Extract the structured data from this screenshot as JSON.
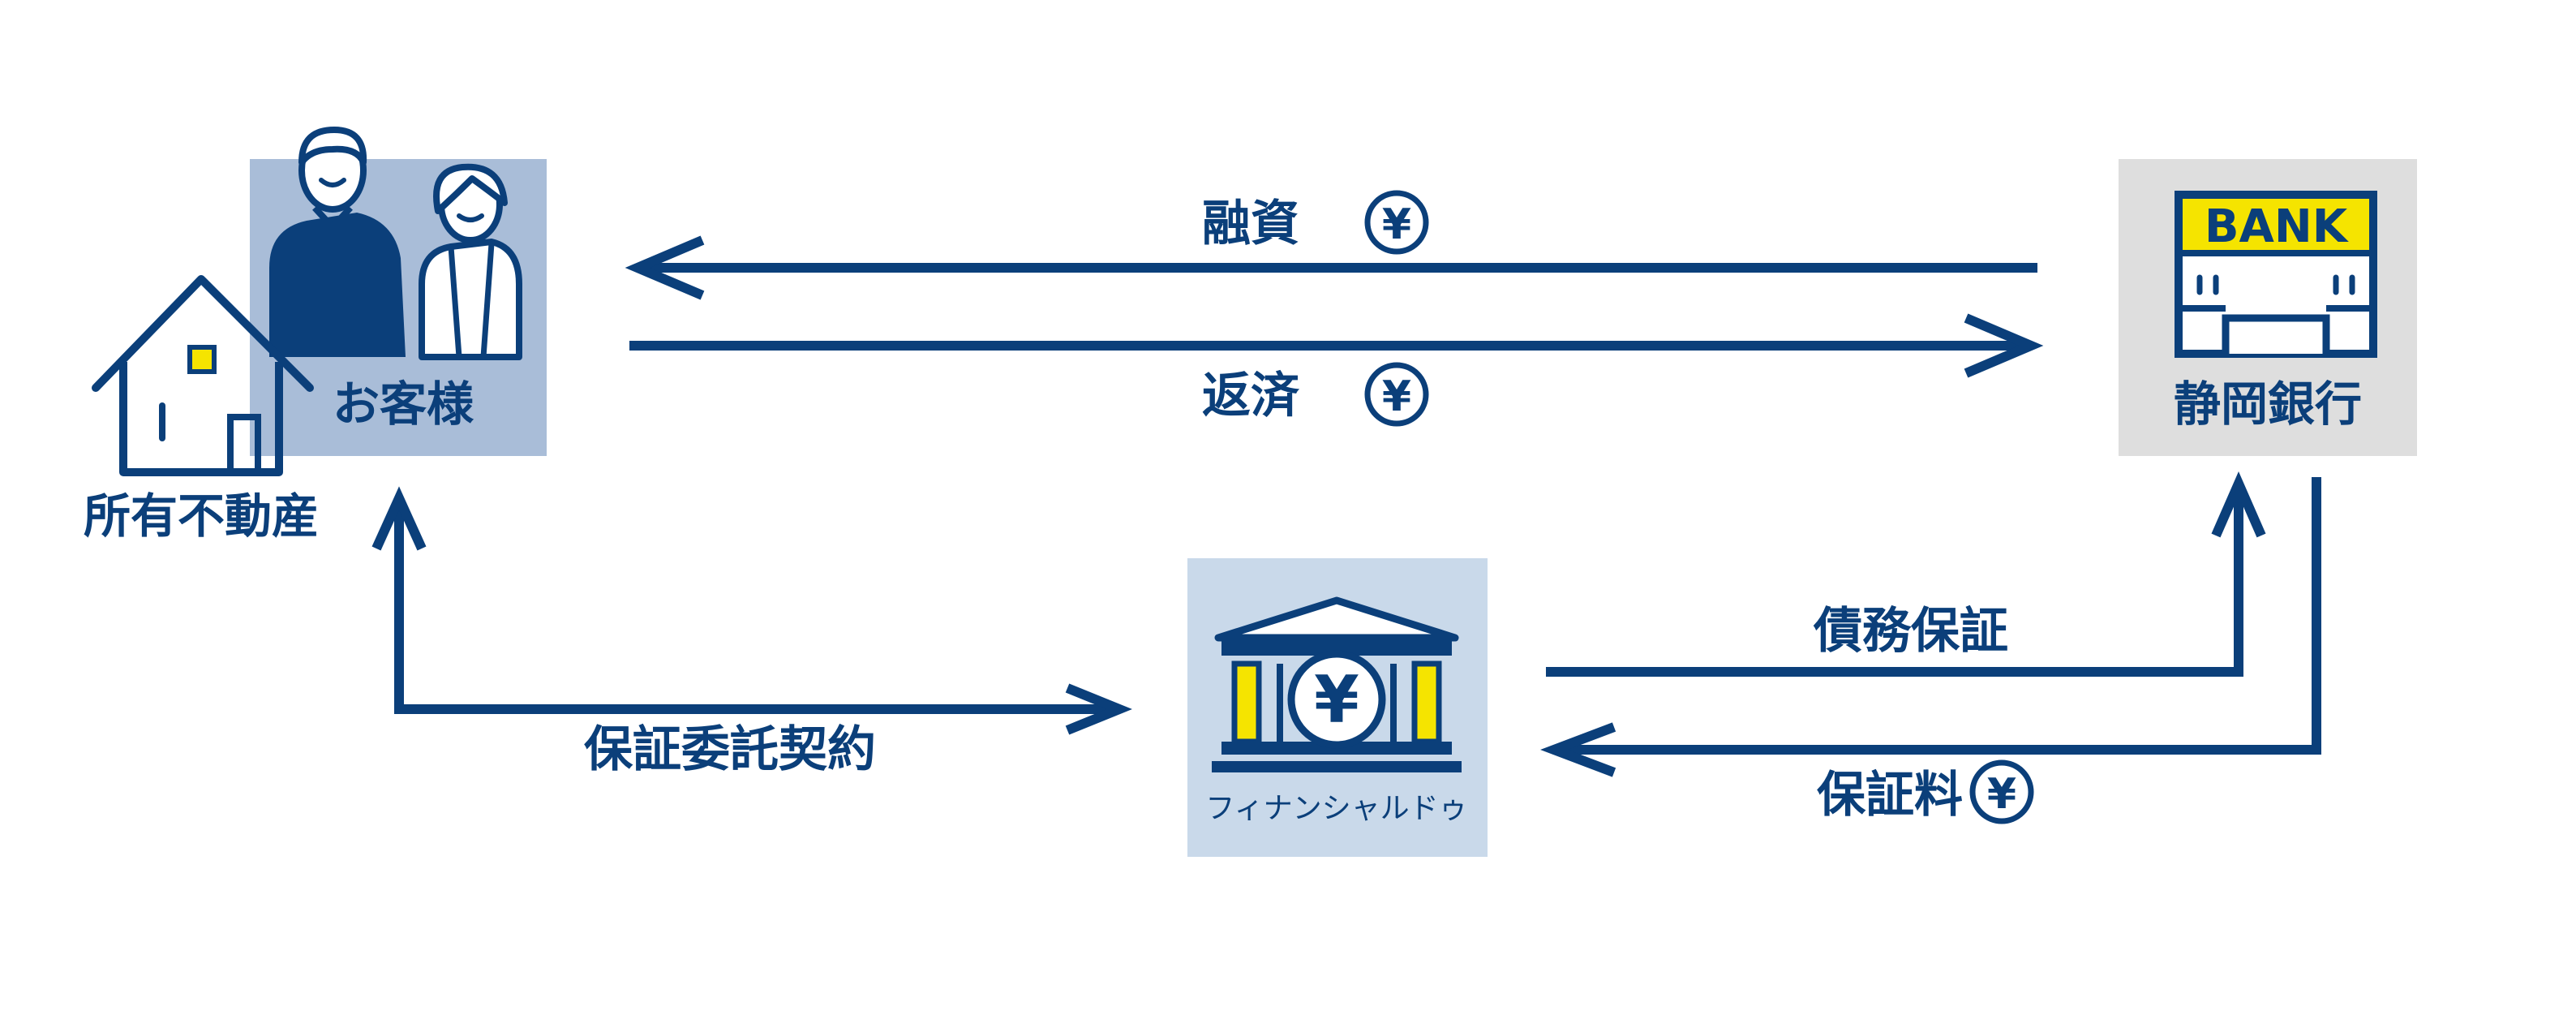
{
  "nodes": {
    "customer": {
      "label": "お客様"
    },
    "property": {
      "label": "所有不動産"
    },
    "bank": {
      "label": "静岡銀行",
      "sign": "BANK"
    },
    "guarantor": {
      "label": "フィナンシャルドゥ"
    }
  },
  "flows": {
    "loan": {
      "label": "融資"
    },
    "repayment": {
      "label": "返済"
    },
    "guarantee_contract": {
      "label": "保証委託契約"
    },
    "debt_guarantee": {
      "label": "債務保証"
    },
    "guarantee_fee": {
      "label": "保証料"
    }
  },
  "currency_symbol": "¥",
  "colors": {
    "navy": "#0b3f7a",
    "customer_bg": "#a9bdd8",
    "bank_bg": "#dedede",
    "guarantor_bg": "#c9d9ea",
    "bank_sign_yellow": "#f5e400",
    "pillar_yellow": "#f5e400"
  }
}
